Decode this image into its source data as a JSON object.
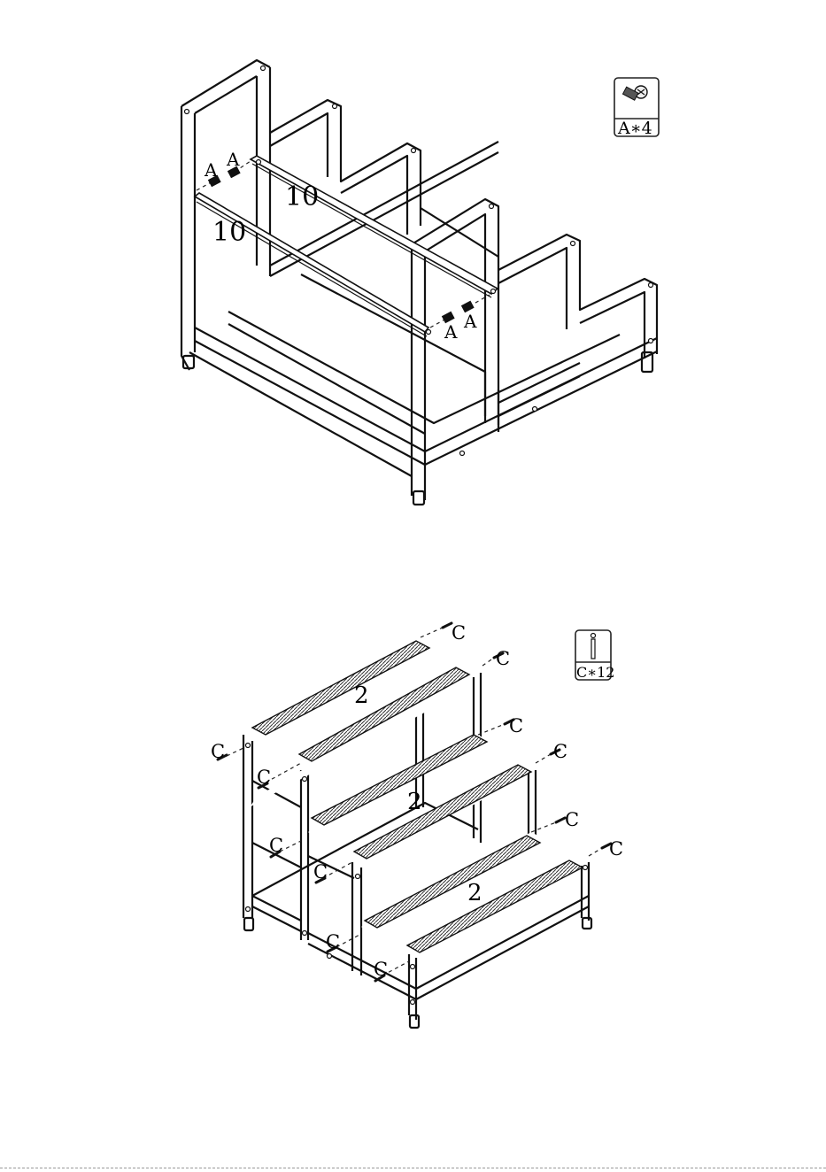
{
  "step1": {
    "part_labels": [
      "10",
      "10"
    ],
    "screw_labels": [
      "A",
      "A",
      "A",
      "A"
    ],
    "legend": {
      "icon": "bolt-icon",
      "text": "A∗4"
    }
  },
  "step2": {
    "part_labels": [
      "2",
      "2",
      "2"
    ],
    "screw_labels": [
      "C",
      "C",
      "C",
      "C",
      "C",
      "C",
      "C",
      "C",
      "C",
      "C",
      "C",
      "C"
    ],
    "legend": {
      "icon": "pin-icon",
      "text": "C∗12"
    }
  }
}
